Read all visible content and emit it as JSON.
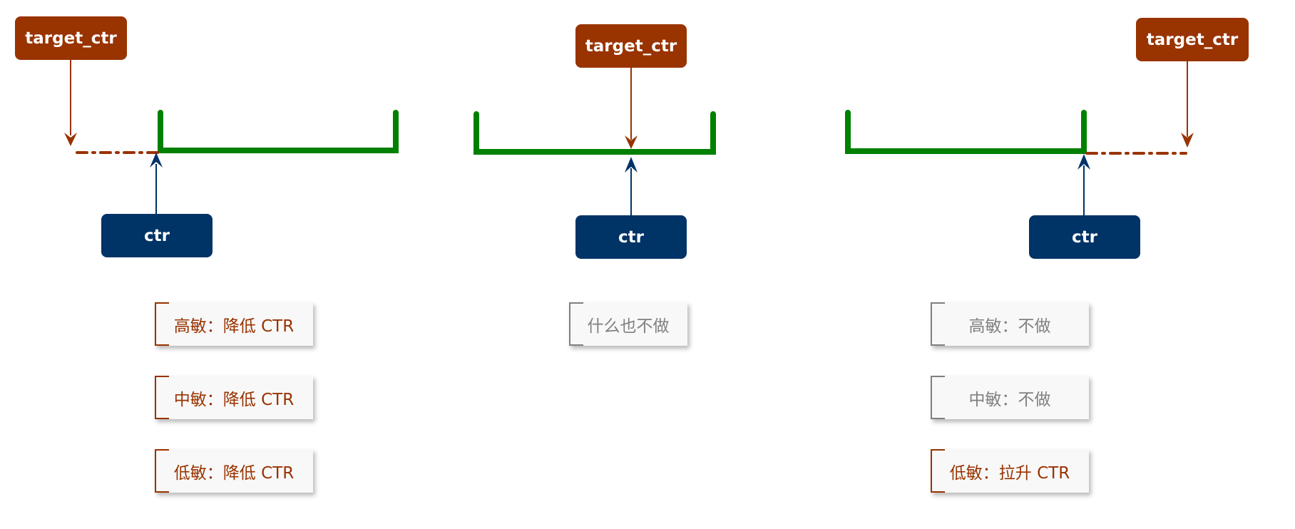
{
  "colors": {
    "target": "#993300",
    "actual": "#003366",
    "range": "#008000",
    "action_text": "#993300",
    "noop_text": "#808080"
  },
  "scenarios": [
    {
      "id": "below-range",
      "target_label": "target_ctr",
      "ctr_label": "ctr",
      "actions": [
        {
          "text": "高敏：降低 CTR",
          "kind": "action"
        },
        {
          "text": "中敏：降低 CTR",
          "kind": "action"
        },
        {
          "text": "低敏：降低 CTR",
          "kind": "action"
        }
      ]
    },
    {
      "id": "in-range",
      "target_label": "target_ctr",
      "ctr_label": "ctr",
      "actions": [
        {
          "text": "什么也不做",
          "kind": "noop"
        }
      ]
    },
    {
      "id": "above-range",
      "target_label": "target_ctr",
      "ctr_label": "ctr",
      "actions": [
        {
          "text": "高敏：不做",
          "kind": "noop"
        },
        {
          "text": "中敏：不做",
          "kind": "noop"
        },
        {
          "text": "低敏：拉升 CTR",
          "kind": "action"
        }
      ]
    }
  ]
}
